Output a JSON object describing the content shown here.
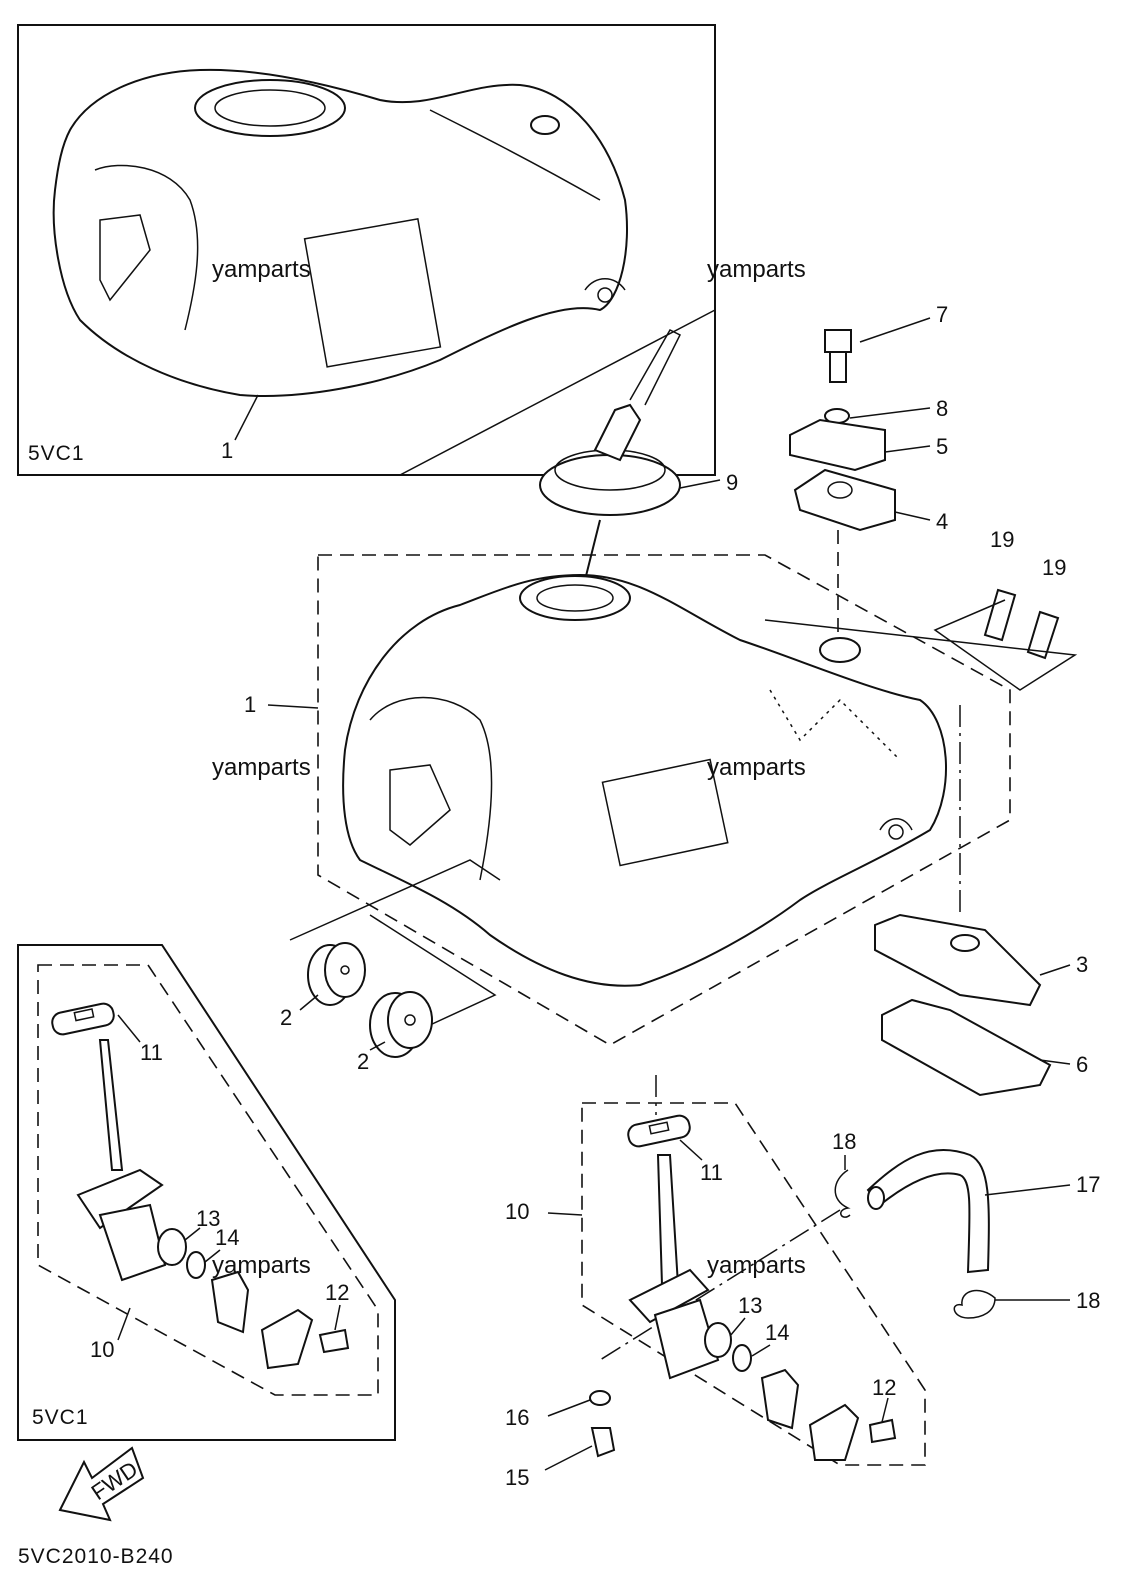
{
  "watermark": "yamparts",
  "variant_label": "5VC1",
  "diagram_code": "5VC2010-B240",
  "fwd_text": "FWD",
  "callouts": {
    "c1_inset": "1",
    "c1_main": "1",
    "c2a": "2",
    "c2b": "2",
    "c3": "3",
    "c4": "4",
    "c5": "5",
    "c6": "6",
    "c7": "7",
    "c8": "8",
    "c9": "9",
    "c10_left": "10",
    "c10_right": "10",
    "c11_left": "11",
    "c11_right": "11",
    "c12_left": "12",
    "c12_right": "12",
    "c13_left": "13",
    "c13_right": "13",
    "c14_left": "14",
    "c14_right": "14",
    "c15": "15",
    "c16": "16",
    "c17": "17",
    "c18a": "18",
    "c18b": "18",
    "c19a": "19",
    "c19b": "19"
  }
}
